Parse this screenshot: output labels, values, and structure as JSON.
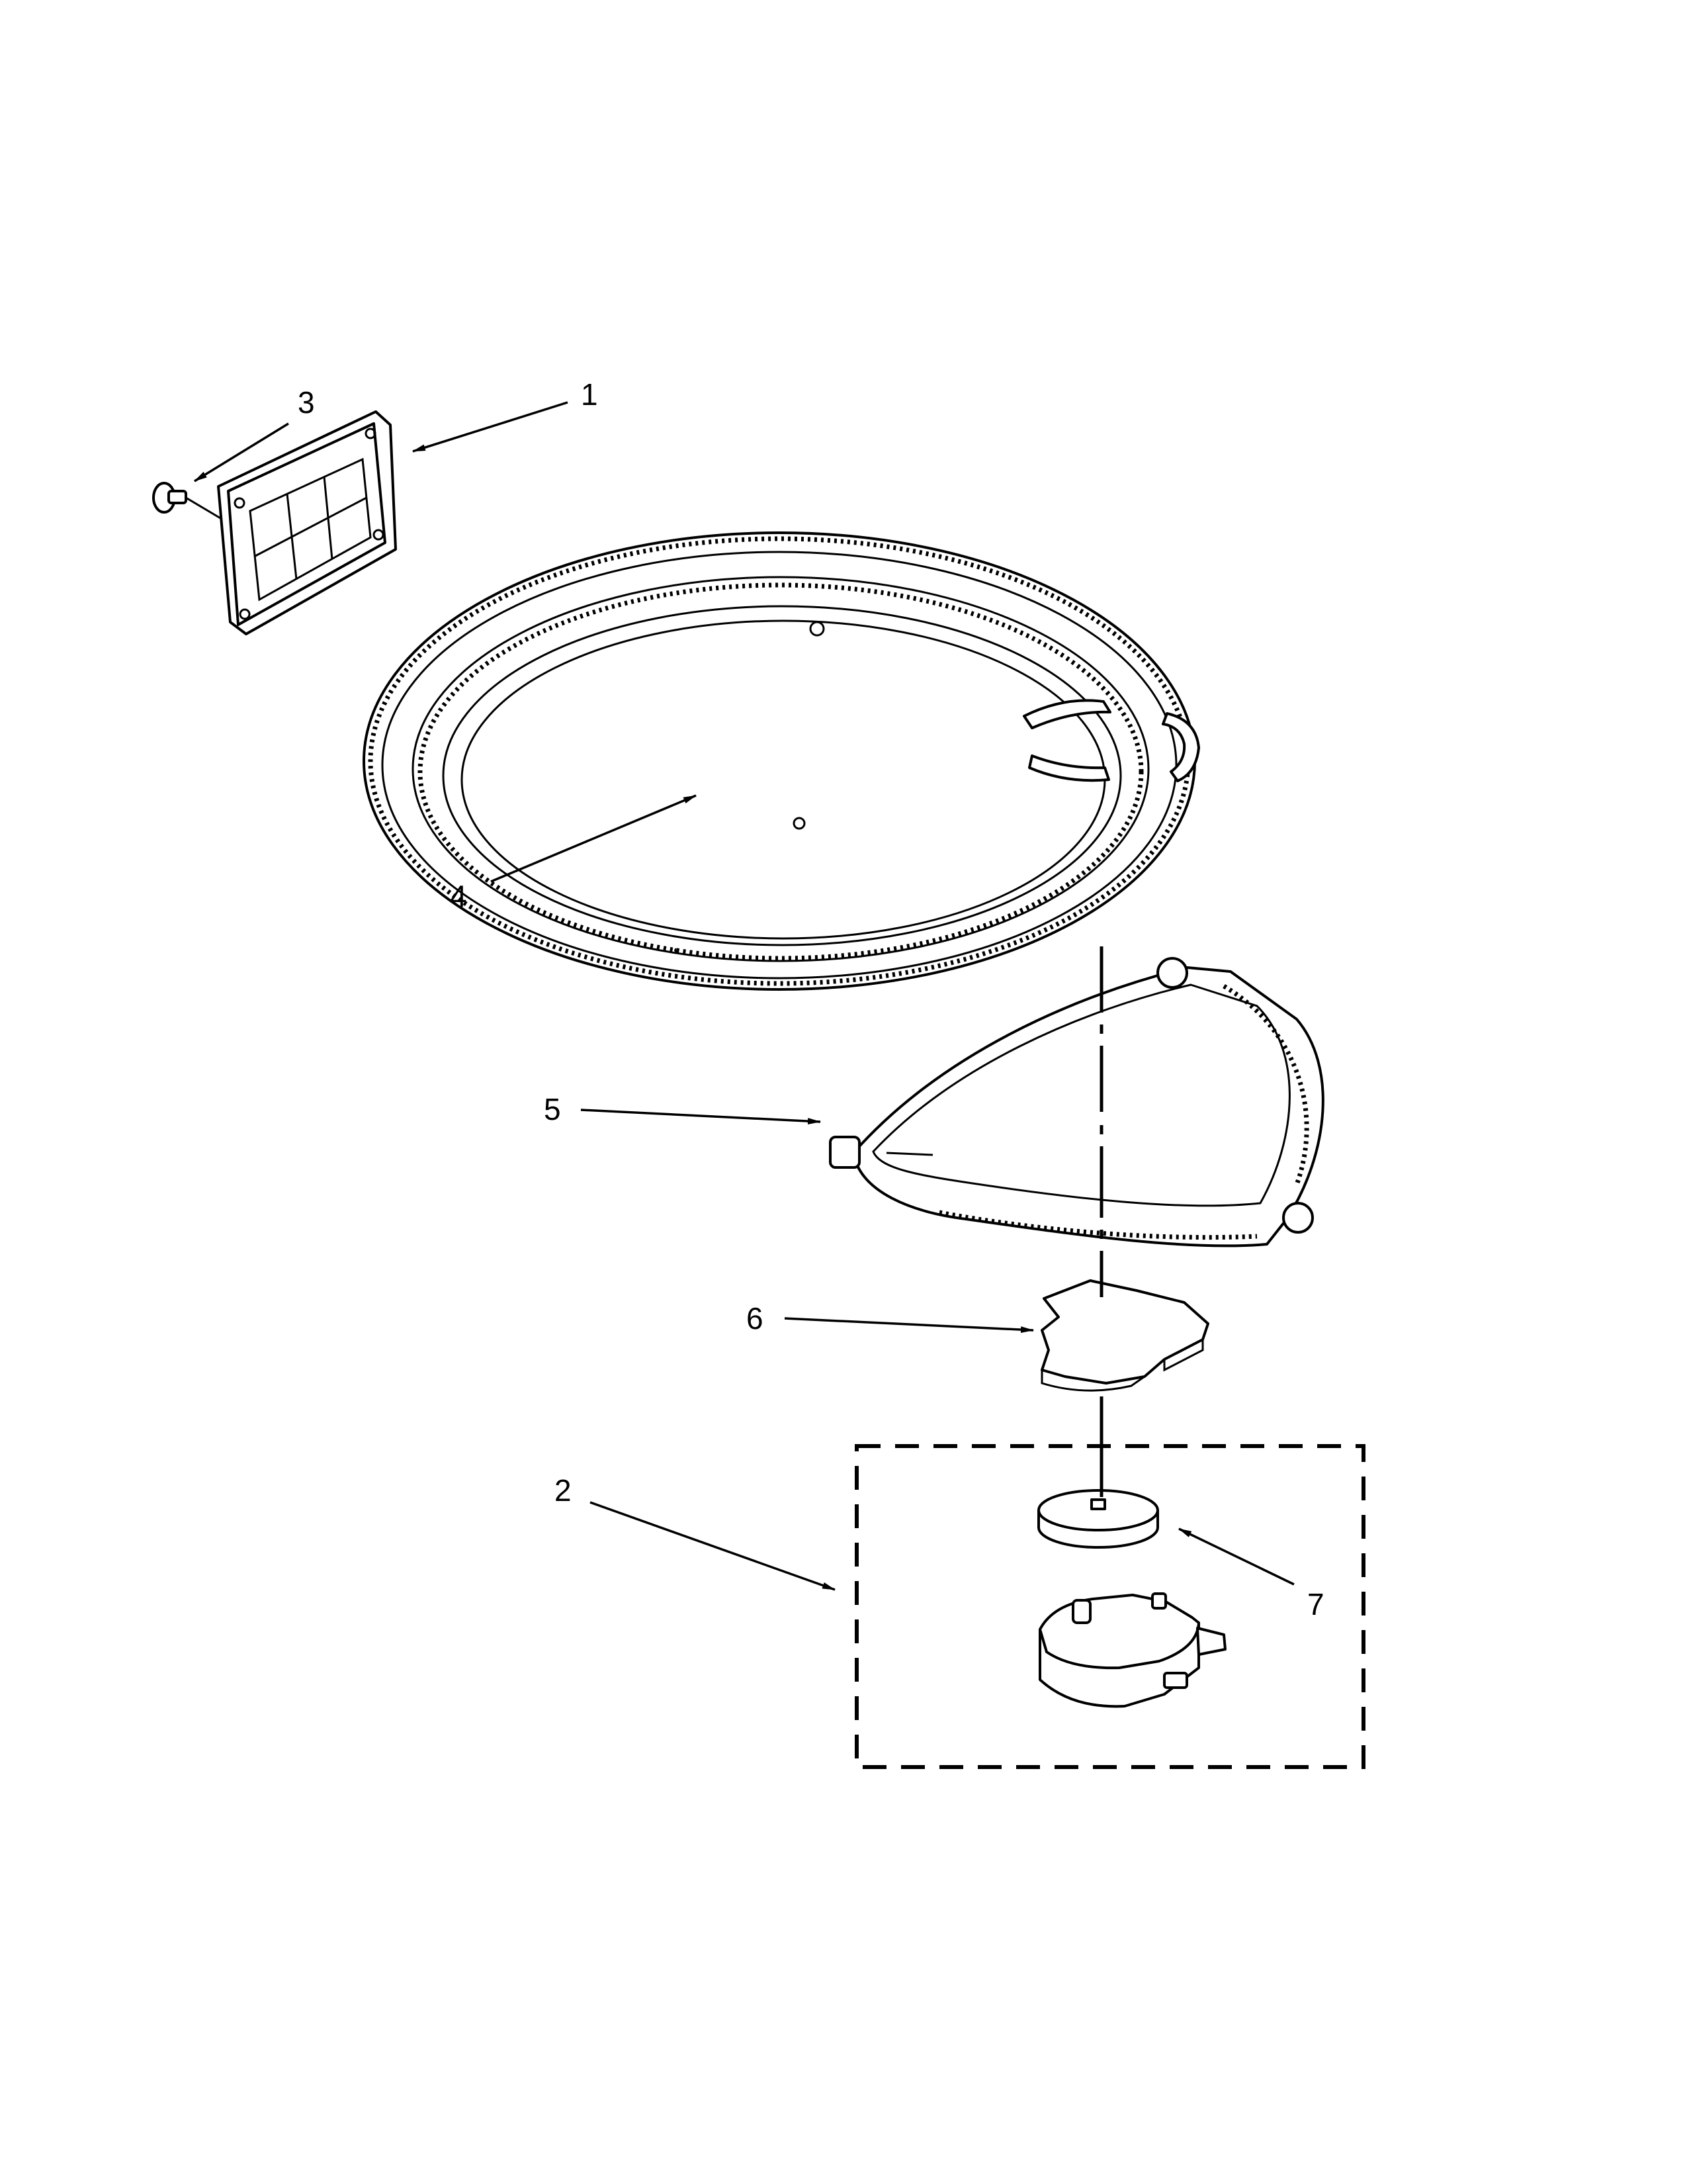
{
  "callouts": {
    "c1": "1",
    "c2": "2",
    "c3": "3",
    "c4": "4",
    "c5": "5",
    "c6": "6",
    "c7": "7"
  },
  "parts": [
    {
      "callout": "1",
      "icon": "filter-grille-icon"
    },
    {
      "callout": "2",
      "icon": "motor-assembly-group-icon"
    },
    {
      "callout": "3",
      "icon": "screw-icon"
    },
    {
      "callout": "4",
      "icon": "turntable-tray-icon"
    },
    {
      "callout": "5",
      "icon": "roller-ring-icon"
    },
    {
      "callout": "6",
      "icon": "coupler-icon"
    },
    {
      "callout": "7",
      "icon": "drive-hub-icon"
    }
  ],
  "colors": {
    "line": "#000000",
    "background": "#ffffff"
  }
}
